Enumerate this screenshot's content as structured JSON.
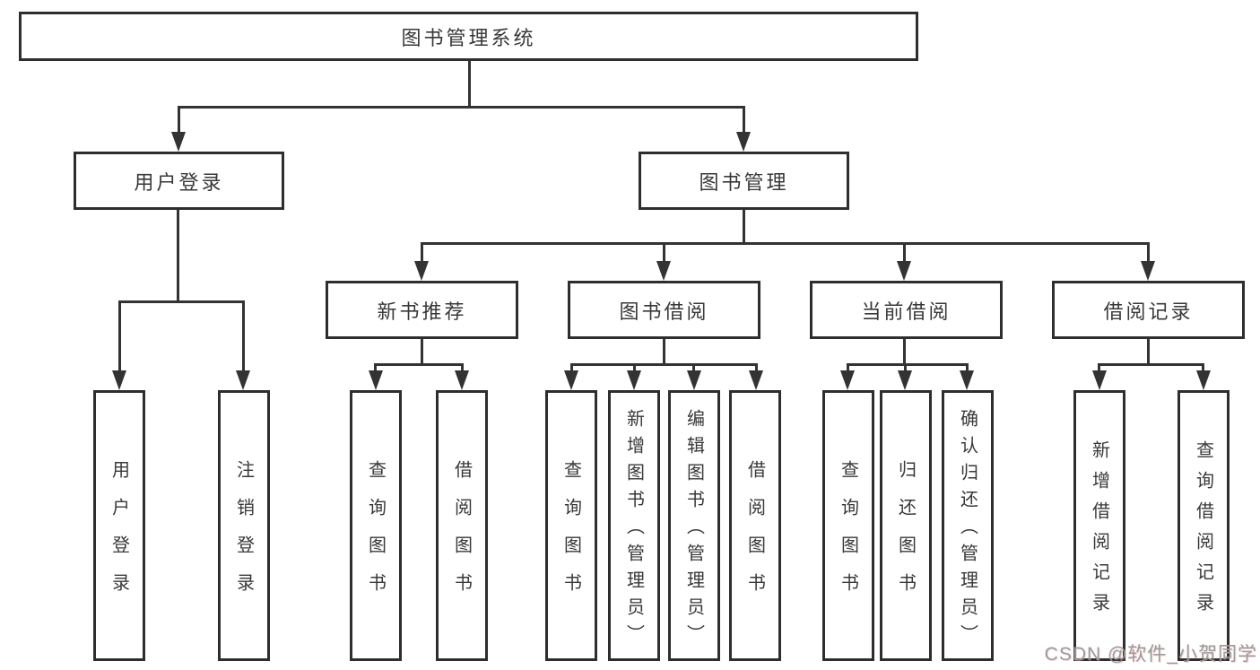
{
  "tree": {
    "root": {
      "label": "图书管理系统"
    },
    "branches": [
      {
        "label": "用户登录",
        "children": [
          {
            "label": "用户登录"
          },
          {
            "label": "注销登录"
          }
        ]
      },
      {
        "label": "图书管理",
        "groups": [
          {
            "label": "新书推荐",
            "children": [
              {
                "label": "查询图书"
              },
              {
                "label": "借阅图书"
              }
            ]
          },
          {
            "label": "图书借阅",
            "children": [
              {
                "label": "查询图书"
              },
              {
                "label": "新增图书（管理员）"
              },
              {
                "label": "编辑图书（管理员）"
              },
              {
                "label": "借阅图书"
              }
            ]
          },
          {
            "label": "当前借阅",
            "children": [
              {
                "label": "查询图书"
              },
              {
                "label": "归还图书"
              },
              {
                "label": "确认归还（管理员）"
              }
            ]
          },
          {
            "label": "借阅记录",
            "children": [
              {
                "label": "新增借阅记录"
              },
              {
                "label": "查询借阅记录"
              }
            ]
          }
        ]
      }
    ]
  },
  "watermark": {
    "text": "CSDN @软件_小贺同学"
  },
  "colors": {
    "line": "#333333",
    "border": "#2e2e2e",
    "text": "#383838",
    "watermark": "#9b9b9b",
    "background": "#ffffff"
  }
}
